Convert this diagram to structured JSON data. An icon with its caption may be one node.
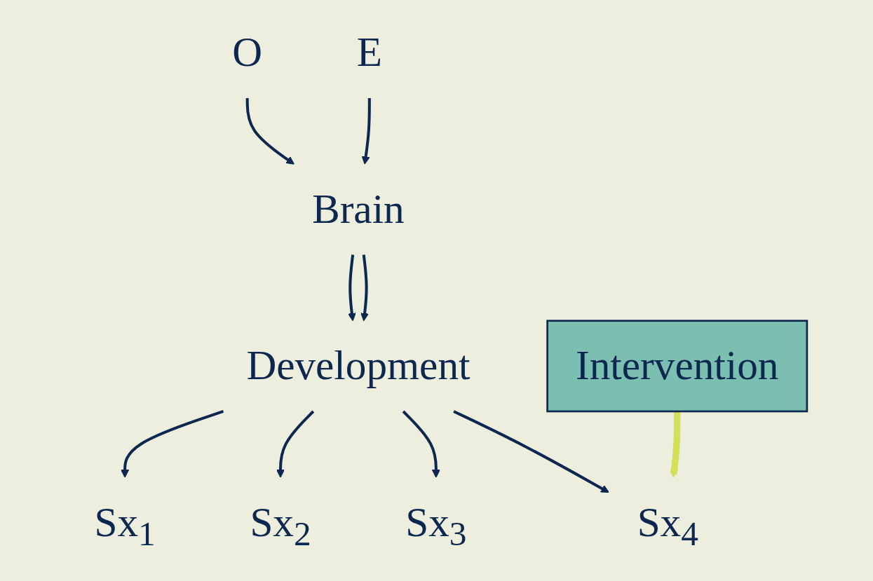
{
  "diagram": {
    "nodes": [
      {
        "text": [
          "O"
        ]
      },
      {
        "text": [
          "E"
        ]
      },
      {
        "text": [
          "Brain"
        ]
      },
      {
        "text": [
          "Development"
        ]
      },
      {
        "text": [
          "Sx$_{1}$"
        ]
      },
      {
        "text": [
          "Sx$_{2}$"
        ]
      },
      {
        "text": [
          "Sx$_{3}$"
        ]
      },
      {
        "text": [
          "Sx$_{4}$"
        ]
      },
      {
        "text": [
          "Intervention"
        ]
      }
    ],
    "edges": [
      {
        "from": 0,
        "to": 2,
        "arrow": "to"
      },
      {
        "from": 1,
        "to": 2,
        "arrow": "to"
      },
      {
        "from": 2,
        "to": 3,
        "arrow": "to"
      },
      {
        "from": 2,
        "to": 3,
        "arrow": "to"
      },
      {
        "from": 3,
        "to": 4,
        "arrow": "to"
      },
      {
        "from": 3,
        "to": 5,
        "arrow": "to"
      },
      {
        "from": 3,
        "to": 6,
        "arrow": "to"
      },
      {
        "from": 3,
        "to": 7,
        "arrow": "to"
      },
      {
        "from": 8,
        "to": 7,
        "arrow": "to",
        "style": "thick",
        "color": "#d4e157"
      }
    ]
  }
}
